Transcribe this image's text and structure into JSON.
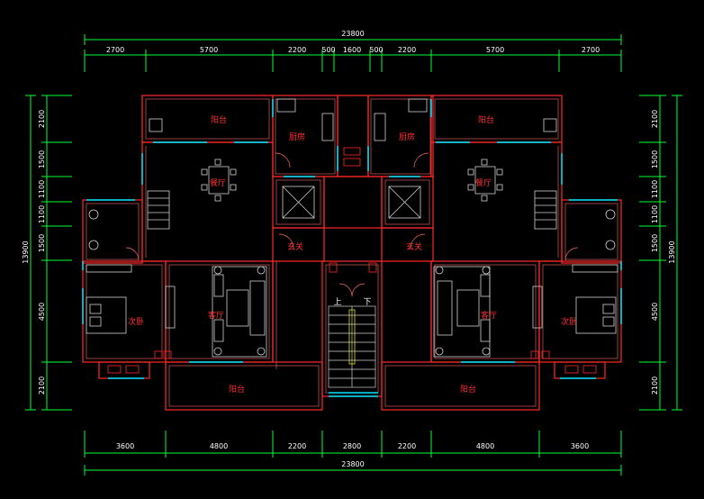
{
  "colors": {
    "background": "#000000",
    "wall": "#ff2a2a",
    "wall_inner": "#ff6a6a",
    "dimension": "#00ff33",
    "window": "#00e5ff",
    "furniture": "#d0d0d0",
    "room_text": "#ff3030",
    "dim_text": "#ffffff"
  },
  "dimensions": {
    "top_total": "23800",
    "top_segments": [
      "2700",
      "5700",
      "2200",
      "500",
      "1600",
      "500",
      "2200",
      "5700",
      "2700"
    ],
    "bottom_segments": [
      "3600",
      "4800",
      "2200",
      "2800",
      "2200",
      "4800",
      "3600"
    ],
    "bottom_total": "23800",
    "left_segments": [
      "2100",
      "1500",
      "1100",
      "1100",
      "1500",
      "4500",
      "2100"
    ],
    "left_total": "13900",
    "right_segments": [
      "2100",
      "1500",
      "1100",
      "1100",
      "1500",
      "4500",
      "2100"
    ],
    "right_total": "13900"
  },
  "rooms": {
    "left_balcony_top": "阳台",
    "left_kitchen": "厨房",
    "left_dining": "餐厅",
    "left_foyer": "玄关",
    "left_living": "客厅",
    "left_bedroom": "次卧",
    "left_balcony_bottom": "阳台",
    "right_balcony_top": "阳台",
    "right_kitchen": "厨房",
    "right_dining": "餐厅",
    "right_foyer": "玄关",
    "right_living": "客厅",
    "right_bedroom": "次卧",
    "right_balcony_bottom": "阳台"
  },
  "stairs": {
    "up": "上",
    "down": "下"
  }
}
